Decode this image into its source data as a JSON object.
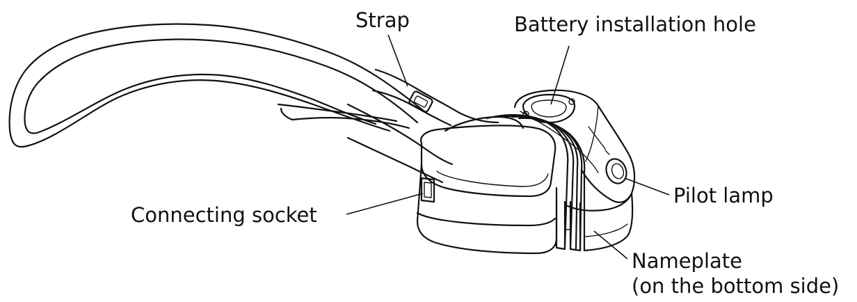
{
  "labels": {
    "strap": "Strap",
    "battery_hole": "Battery installation hole",
    "pilot_lamp": "Pilot lamp",
    "connecting_socket": "Connecting socket",
    "nameplate": "Nameplate",
    "nameplate_note": "(on the bottom side)"
  }
}
